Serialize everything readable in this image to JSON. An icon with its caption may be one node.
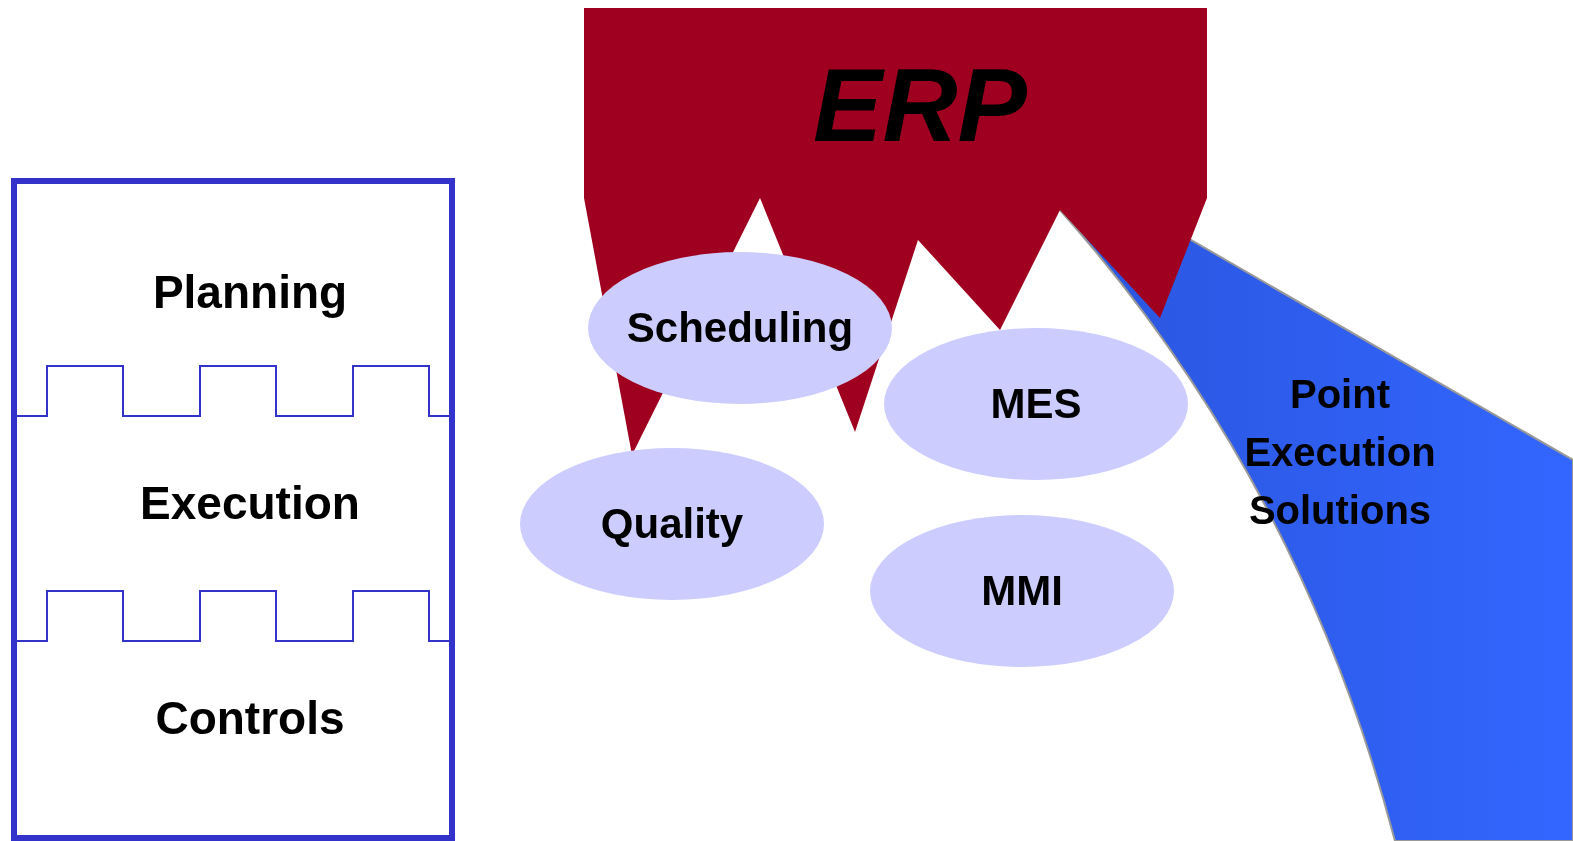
{
  "diagram": {
    "nodes": [
      {
        "text": [
          "ERP"
        ]
      },
      {
        "text": [
          "Planning",
          "Execution",
          "Controls"
        ]
      },
      {
        "text": [
          "Scheduling"
        ]
      },
      {
        "text": [
          "MES"
        ]
      },
      {
        "text": [
          "Quality"
        ]
      },
      {
        "text": [
          "MMI"
        ]
      },
      {
        "text": [
          "Point Execution Solutions"
        ]
      }
    ]
  }
}
